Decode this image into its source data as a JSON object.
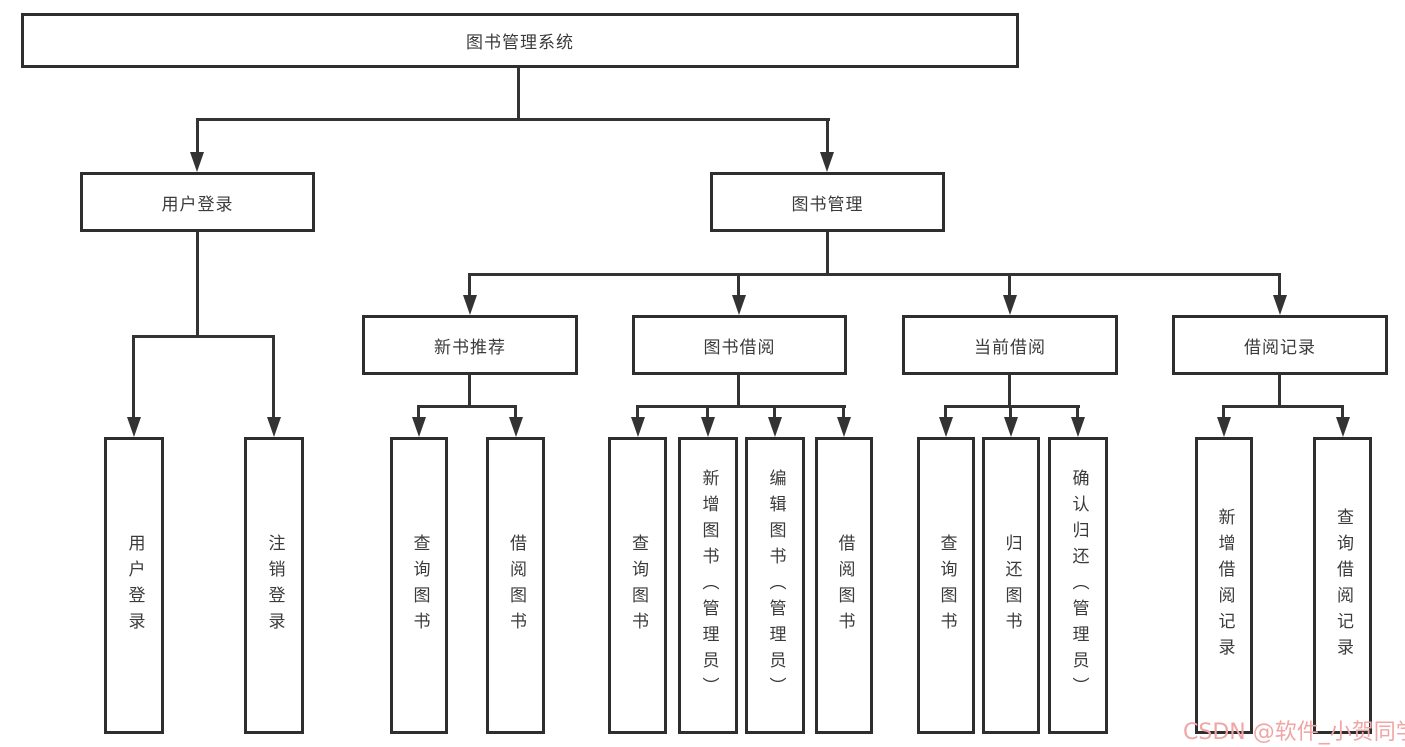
{
  "diagram": {
    "root": "图书管理系统",
    "level2": {
      "user_login": "用户登录",
      "book_mgmt": "图书管理"
    },
    "level3": {
      "new_books": "新书推荐",
      "borrowing": "图书借阅",
      "current": "当前借阅",
      "records": "借阅记录"
    },
    "leaves": {
      "login": "用户登录",
      "logout": "注销登录",
      "nb_query": "查询图书",
      "nb_borrow": "借阅图书",
      "br_query": "查询图书",
      "br_add": "新增图书（管理员）",
      "br_edit": "编辑图书（管理员）",
      "br_borrow": "借阅图书",
      "cur_query": "查询图书",
      "cur_return": "归还图书",
      "cur_confirm": "确认归还（管理员）",
      "rec_add": "新增借阅记录",
      "rec_query": "查询借阅记录"
    }
  },
  "colors": {
    "line": "#333333",
    "box_border": "#2E2E2E",
    "text": "#3B3B3B",
    "watermark": "#F0A6A6"
  },
  "watermark": {
    "text": "CSDN @软件_小贺同学"
  }
}
